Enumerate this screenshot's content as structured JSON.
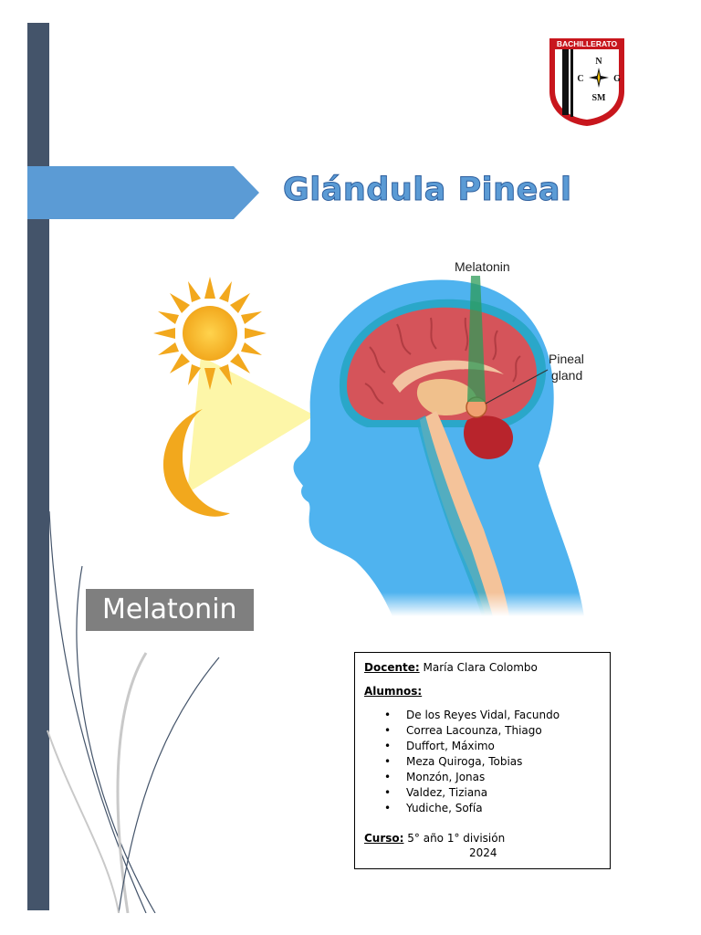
{
  "title": "Glándula Pineal",
  "logo": {
    "top_text": "BACHILLERATO",
    "letters": [
      "N",
      "C",
      "G",
      "SM"
    ],
    "colors": {
      "red": "#c8161d",
      "black": "#111111"
    }
  },
  "illustration": {
    "label_melatonin": "Melatonin",
    "label_pineal_line1": "Pineal",
    "label_pineal_line2": "gland"
  },
  "caption": "Melatonin",
  "info": {
    "docente_label": "Docente:",
    "docente_name": " María Clara Colombo",
    "alumnos_label": "Alumnos:",
    "students": [
      "De los Reyes Vidal, Facundo",
      "Correa Lacounza, Thiago",
      "Duffort, Máximo",
      "Meza Quiroga, Tobias",
      "Monzón, Jonas",
      "Valdez, Tiziana",
      "Yudiche, Sofía"
    ],
    "curso_label": "Curso:",
    "curso_value": " 5° año 1° división",
    "year": "2024"
  },
  "colors": {
    "sidebar": "#44546a",
    "banner": "#5b9bd5",
    "title": "#5b9bd5",
    "head": "#4fb3ef",
    "sun": "#f2a81d",
    "caption_bg": "#7f7f7f"
  }
}
